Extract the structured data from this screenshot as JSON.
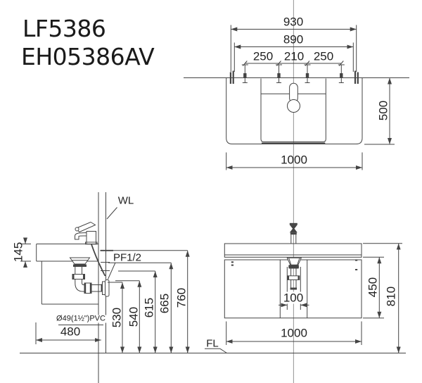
{
  "title": {
    "model_1": "LF5386",
    "model_2": "EH05386AV"
  },
  "top_view": {
    "dim_overall_930": "930",
    "dim_inner_890": "890",
    "dim_hole_left": "250",
    "dim_hole_center": "210",
    "dim_hole_right": "250",
    "dim_depth_500": "500",
    "dim_width_1000": "1000"
  },
  "side_view": {
    "label_wl": "WL",
    "label_pf": "PF1/2",
    "label_pvc": "Ø49(1½\")PVC",
    "dim_counter_145": "145",
    "dim_530": "530",
    "dim_540": "540",
    "dim_615": "615",
    "dim_665": "665",
    "dim_760": "760",
    "dim_depth_480": "480"
  },
  "front_view": {
    "label_fl": "FL",
    "dim_drain_100": "100",
    "dim_cabinet_450": "450",
    "dim_height_810": "810",
    "dim_width_1000": "1000"
  },
  "colors": {
    "line": "#444444",
    "text": "#222222",
    "background": "#ffffff"
  }
}
